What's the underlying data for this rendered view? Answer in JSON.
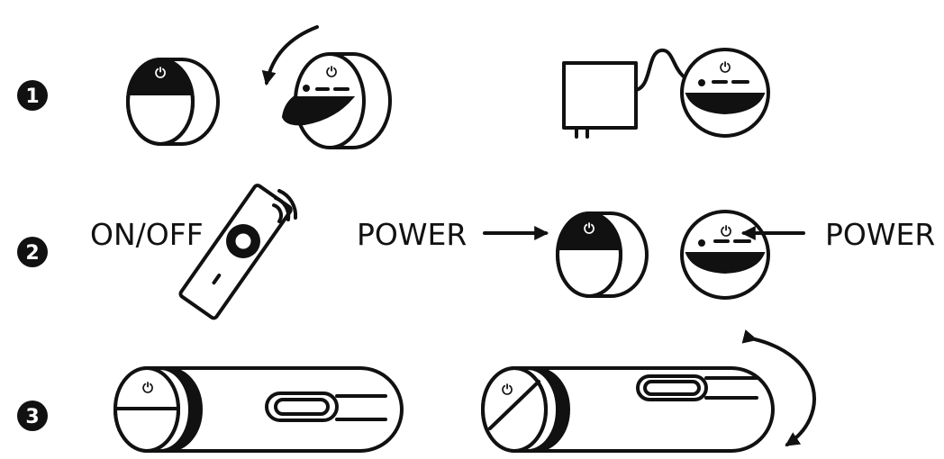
{
  "steps": [
    {
      "number": "1"
    },
    {
      "number": "2"
    },
    {
      "number": "3"
    }
  ],
  "labels": {
    "remote_button": "ON/OFF",
    "power_left": "POWER",
    "power_right": "POWER"
  },
  "icons": {
    "power_symbol": "⏻"
  },
  "colors": {
    "ink": "#111111",
    "background": "#ffffff"
  }
}
